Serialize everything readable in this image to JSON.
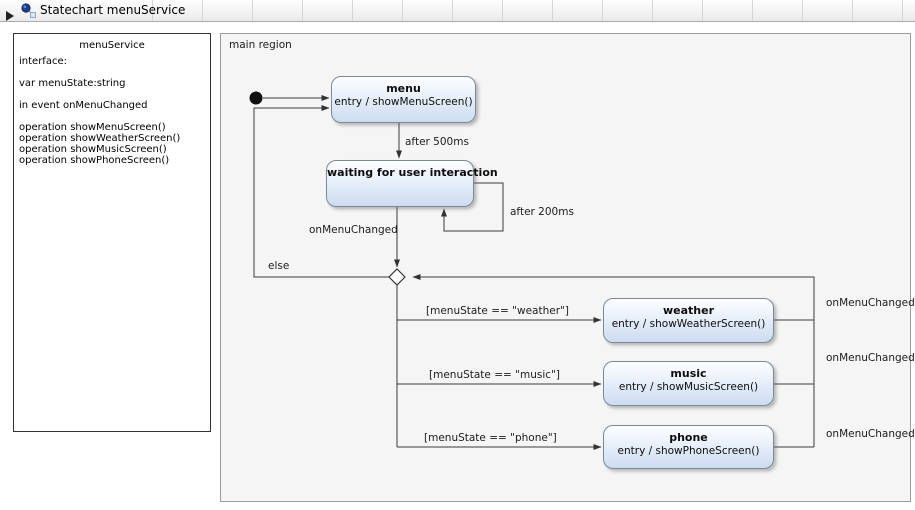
{
  "header": {
    "title": "Statechart menuService",
    "expand_icon": "triangle-right",
    "statechart_icon": "statechart-node-icon"
  },
  "interface_panel": {
    "title": "menuService",
    "lines": [
      "interface:",
      "",
      "var menuState:string",
      "",
      "in event onMenuChanged",
      "",
      "operation showMenuScreen()",
      "operation showWeatherScreen()",
      "operation showMusicScreen()",
      "operation showPhoneScreen()"
    ]
  },
  "main_region": {
    "label": "main region",
    "states": {
      "menu": {
        "title": "menu",
        "behavior": "entry / showMenuScreen()"
      },
      "waiting": {
        "title": "waiting for user interaction",
        "behavior": ""
      },
      "weather": {
        "title": "weather",
        "behavior": "entry / showWeatherScreen()"
      },
      "music": {
        "title": "music",
        "behavior": "entry / showMusicScreen()"
      },
      "phone": {
        "title": "phone",
        "behavior": "entry / showPhoneScreen()"
      }
    },
    "transition_labels": {
      "after_500ms": "after 500ms",
      "after_200ms": "after 200ms",
      "on_menu_changed": "onMenuChanged",
      "else_label": "else",
      "guard_weather": "[menuState == \"weather\"]",
      "guard_music": "[menuState == \"music\"]",
      "guard_phone": "[menuState == \"phone\"]",
      "on_menu_changed_weather": "onMenuChanged",
      "on_menu_changed_music": "onMenuChanged",
      "on_menu_changed_phone": "onMenuChanged"
    }
  },
  "colors": {
    "state_fill_top": "#fdfeff",
    "state_fill_bottom": "#ccdcf1",
    "state_border": "#7a8a9a",
    "transition_line": "#3a3a3a",
    "region_background": "#f5f5f5",
    "panel_border": "#333333"
  }
}
